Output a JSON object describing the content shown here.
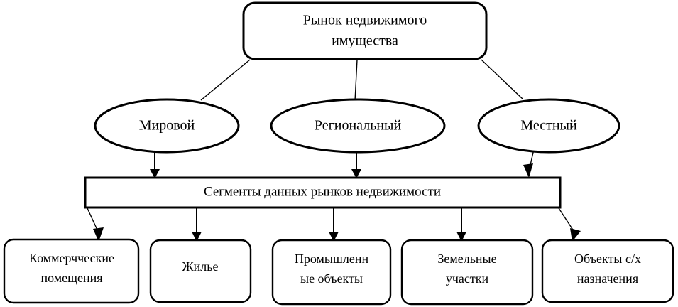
{
  "diagram": {
    "title_node": {
      "id": "root",
      "lines": [
        "Рынок недвижимого",
        "имущества"
      ],
      "shape": "rounded-rectangle"
    },
    "level_markets": [
      {
        "id": "world",
        "label": "Мировой",
        "shape": "ellipse"
      },
      {
        "id": "regional",
        "label": "Региональный",
        "shape": "ellipse"
      },
      {
        "id": "local",
        "label": "Местный",
        "shape": "ellipse"
      }
    ],
    "segments_bar": {
      "id": "segments",
      "label": "Сегменты данных рынков недвижимости",
      "shape": "rectangle"
    },
    "segments": [
      {
        "id": "commercial",
        "lines": [
          "Коммерчческие",
          "помещения"
        ],
        "shape": "rounded-rectangle"
      },
      {
        "id": "housing",
        "lines": [
          "Жильe"
        ],
        "shape": "rounded-rectangle"
      },
      {
        "id": "industrial",
        "lines": [
          "Промышленн",
          "ые объекты"
        ],
        "shape": "rounded-rectangle"
      },
      {
        "id": "land",
        "lines": [
          "Земельные",
          "участки"
        ],
        "shape": "rounded-rectangle"
      },
      {
        "id": "agriculture",
        "lines": [
          "Объекты с/х",
          "назначения"
        ],
        "shape": "rounded-rectangle"
      }
    ],
    "colors": {
      "stroke": "#000000",
      "fill": "#ffffff",
      "background": "#ffffff"
    },
    "edges": [
      {
        "from": "root",
        "to": "world",
        "arrow": false
      },
      {
        "from": "root",
        "to": "regional",
        "arrow": false
      },
      {
        "from": "root",
        "to": "local",
        "arrow": false
      },
      {
        "from": "world",
        "to": "segments",
        "arrow": true
      },
      {
        "from": "regional",
        "to": "segments",
        "arrow": true
      },
      {
        "from": "local",
        "to": "segments",
        "arrow": true
      },
      {
        "from": "segments",
        "to": "commercial",
        "arrow": true
      },
      {
        "from": "segments",
        "to": "housing",
        "arrow": true
      },
      {
        "from": "segments",
        "to": "industrial",
        "arrow": true
      },
      {
        "from": "segments",
        "to": "land",
        "arrow": true
      },
      {
        "from": "segments",
        "to": "agriculture",
        "arrow": true
      }
    ]
  }
}
